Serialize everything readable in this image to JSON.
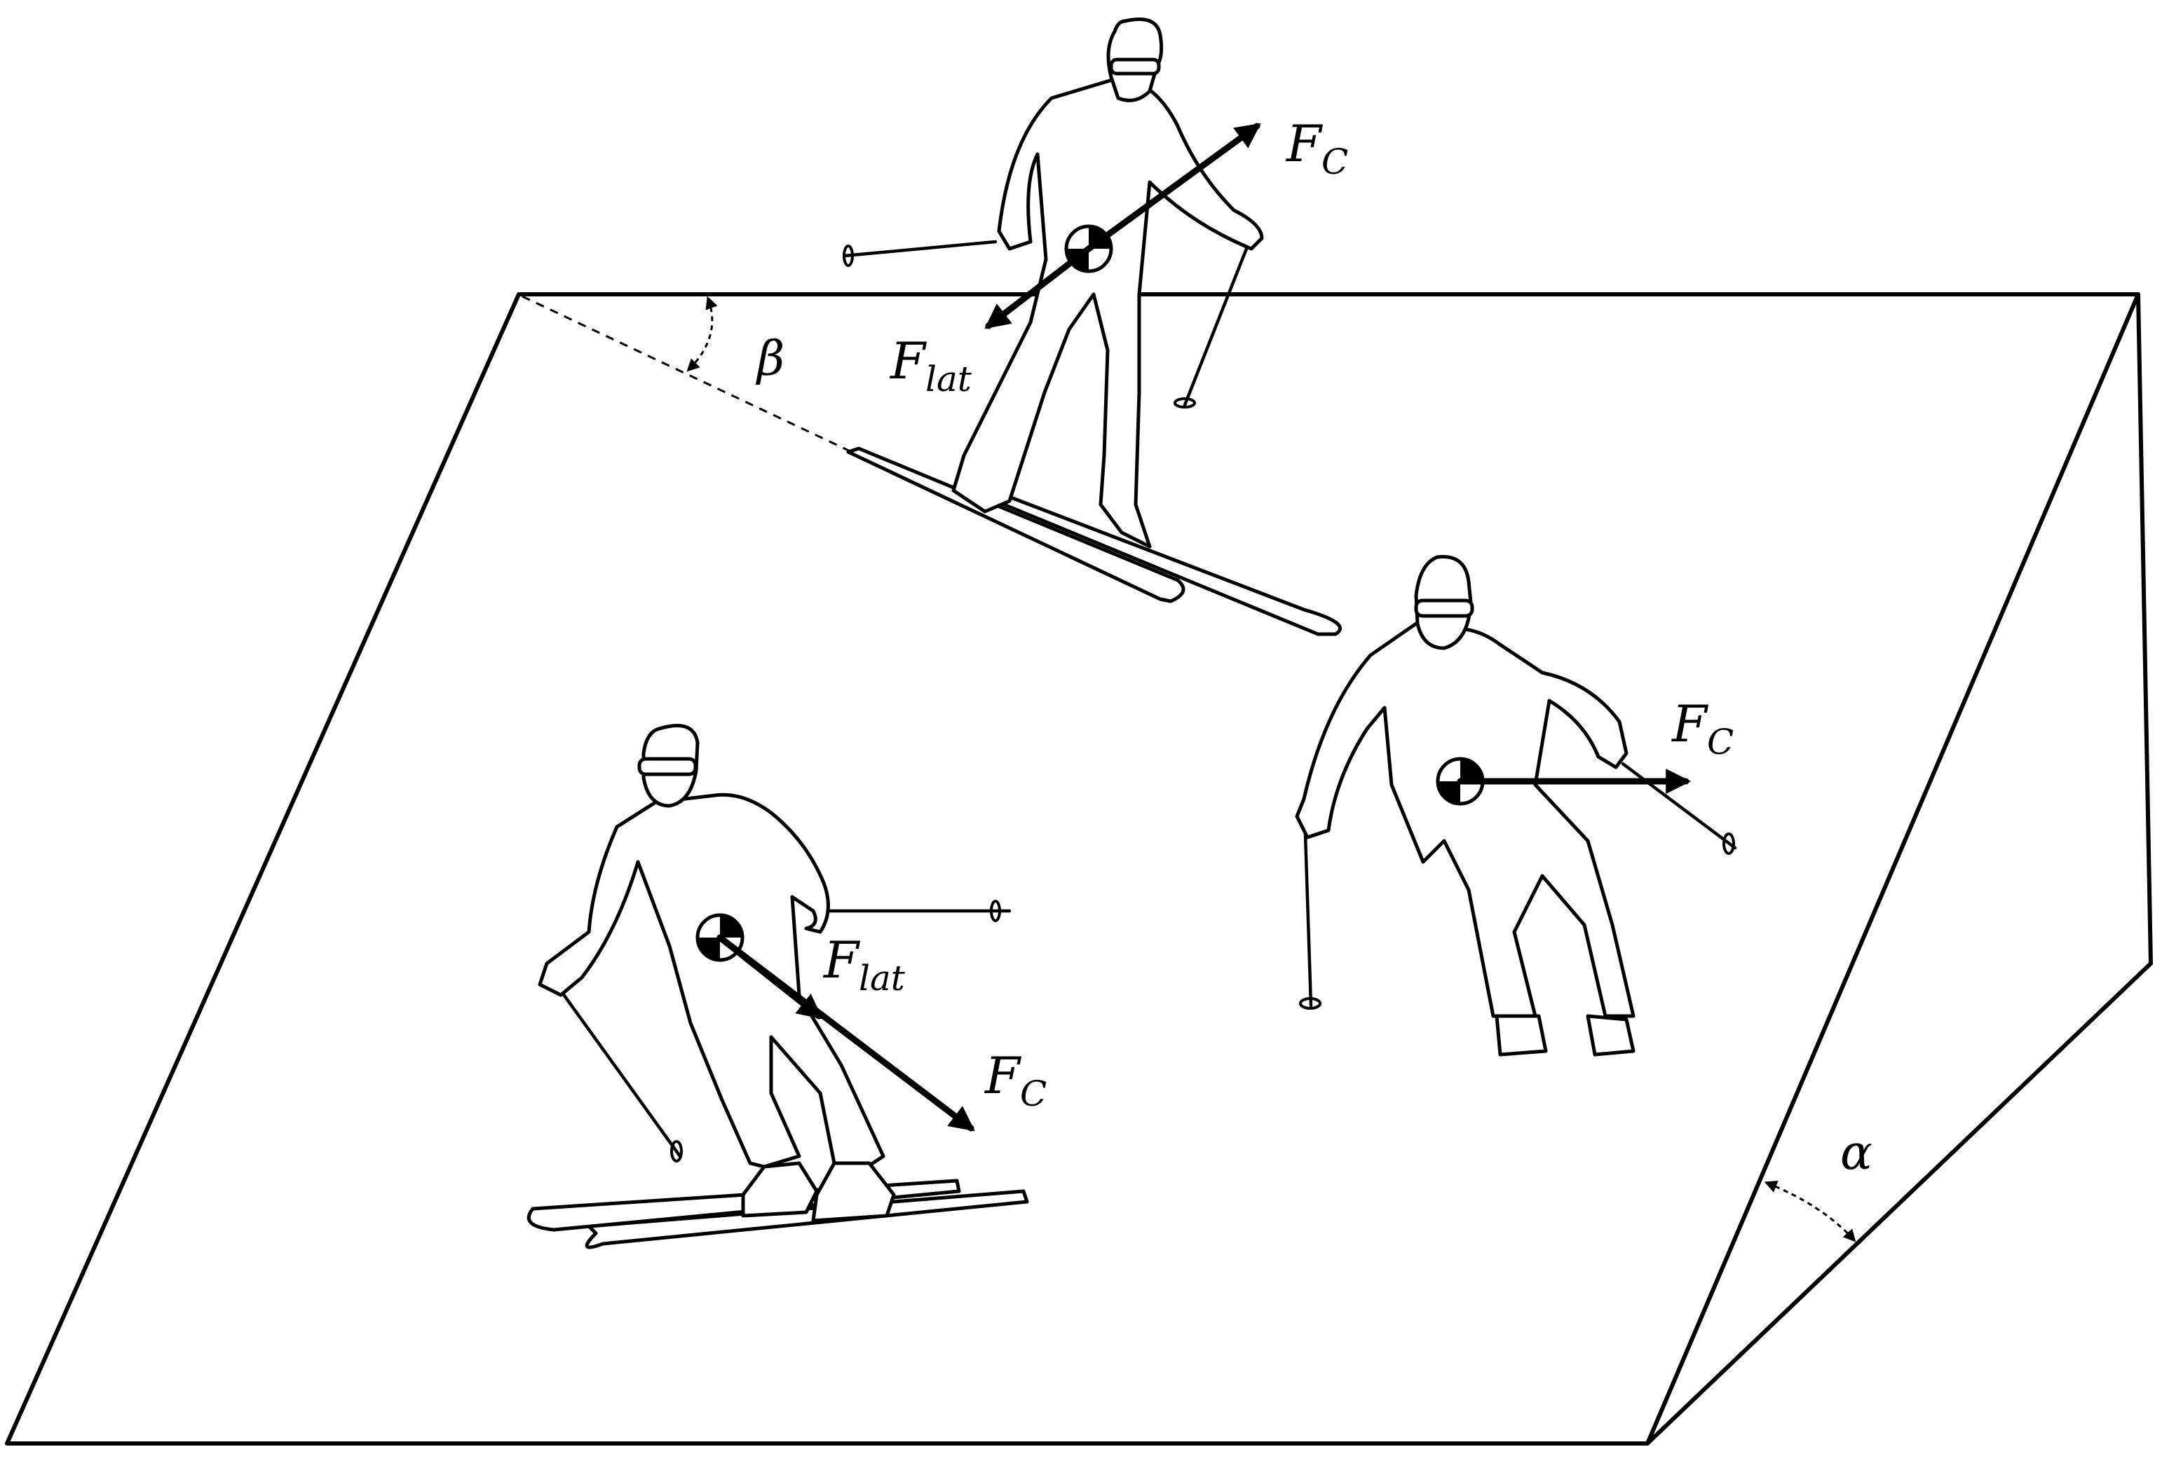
{
  "labels": {
    "force_c_main": "F",
    "force_c_sub": "C",
    "force_lat_main": "F",
    "force_lat_sub": "lat",
    "angle_slope": "α",
    "angle_traverse": "β"
  },
  "colors": {
    "stroke": "#000000",
    "background": "#ffffff"
  }
}
